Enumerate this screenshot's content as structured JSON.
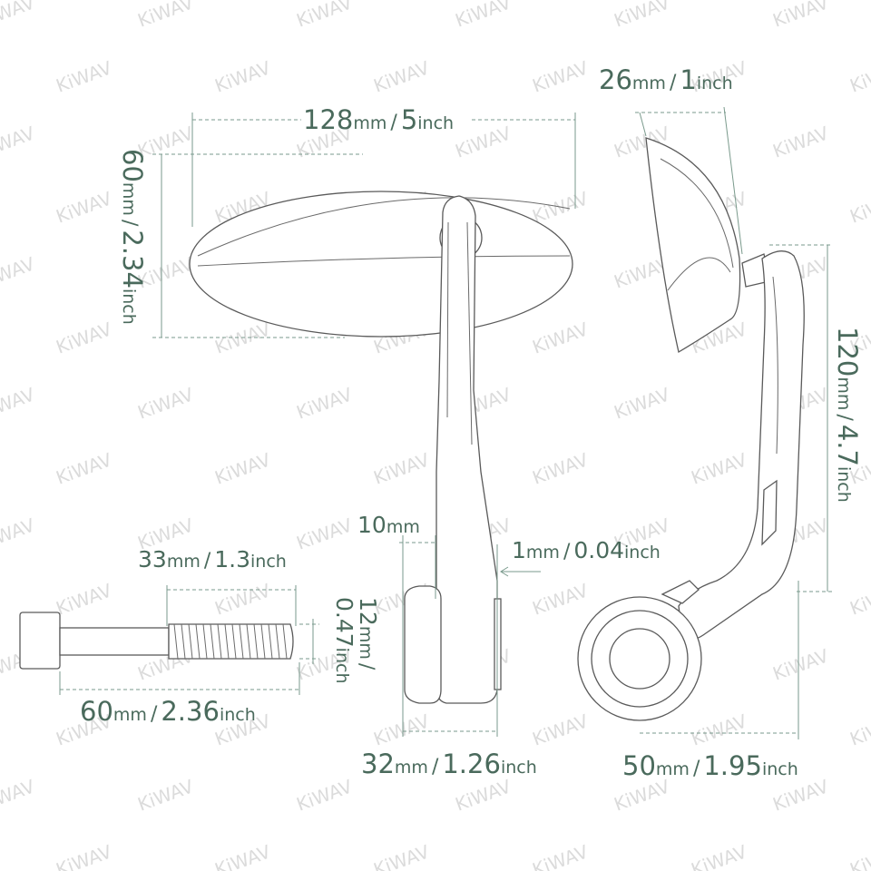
{
  "watermark": "KiWAV",
  "dimensions": {
    "mirror_width": {
      "value": "128",
      "unit": "mm",
      "sep": "/",
      "value_alt": "5",
      "unit_alt": "inch"
    },
    "mirror_height": {
      "value": "60",
      "unit": "mm",
      "sep": "/",
      "value_alt": "2.34",
      "unit_alt": "inch"
    },
    "mirror_depth": {
      "value": "26",
      "unit": "mm",
      "sep": "/",
      "value_alt": "1",
      "unit_alt": "inch"
    },
    "arm_height": {
      "value": "120",
      "unit": "mm",
      "sep": "/",
      "value_alt": "4.7",
      "unit_alt": "inch"
    },
    "arm_width": {
      "value": "10",
      "unit": "mm"
    },
    "gap": {
      "value": "1",
      "unit": "mm",
      "sep": "/",
      "value_alt": "0.04",
      "unit_alt": "inch"
    },
    "bolt_thread": {
      "value": "33",
      "unit": "mm",
      "sep": "/",
      "value_alt": "1.3",
      "unit_alt": "inch"
    },
    "bolt_length": {
      "value": "60",
      "unit": "mm",
      "sep": "/",
      "value_alt": "2.36",
      "unit_alt": "inch"
    },
    "bolt_diameter": {
      "value": "12",
      "unit": "mm",
      "sep": "/",
      "value_alt": "0.47",
      "unit_alt": "inch"
    },
    "cap_width": {
      "value": "32",
      "unit": "mm",
      "sep": "/",
      "value_alt": "1.26",
      "unit_alt": "inch"
    },
    "cap_diameter": {
      "value": "50",
      "unit": "mm",
      "sep": "/",
      "value_alt": "1.95",
      "unit_alt": "inch"
    }
  },
  "colors": {
    "dimension_text": "#4a6a5c",
    "dimension_line": "#7a9a8c",
    "outline": "#5a5a5a"
  }
}
